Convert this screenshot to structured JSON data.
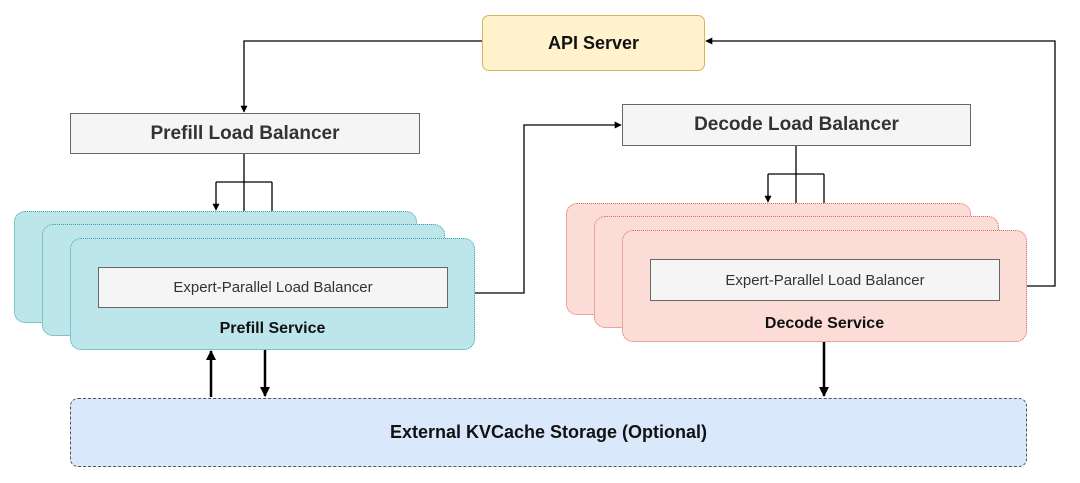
{
  "api_server": {
    "label": "API Server"
  },
  "prefill_load_balancer": {
    "label": "Prefill Load Balancer"
  },
  "decode_load_balancer": {
    "label": "Decode Load Balancer"
  },
  "prefill_service": {
    "inner_label": "Expert-Parallel Load Balancer",
    "service_label": "Prefill Service"
  },
  "decode_service": {
    "inner_label": "Expert-Parallel Load Balancer",
    "service_label": "Decode Service"
  },
  "storage": {
    "label": "External KVCache Storage (Optional)"
  },
  "colors": {
    "api_fill": "#fff2cc",
    "api_border": "#d6b656",
    "lb_fill": "#f5f5f5",
    "prefill_fill": "#bde6ea",
    "prefill_border": "#3f9fae",
    "decode_fill": "#fbdcd7",
    "decode_border": "#d86a5a",
    "storage_fill": "#d9e9fb",
    "edge": "#000000"
  }
}
